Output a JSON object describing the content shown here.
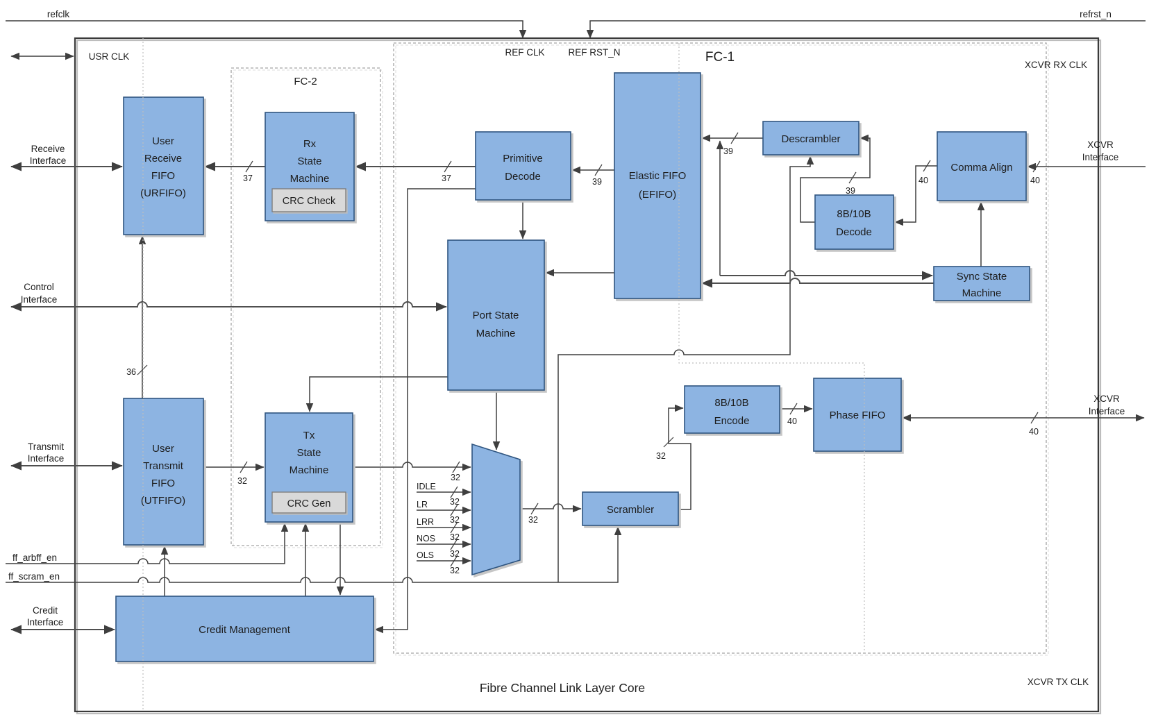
{
  "title": "Fibre Channel Link Layer Core",
  "signals": {
    "refclk": "refclk",
    "refrst_n": "refrst_n",
    "usr_clk": "USR CLK",
    "ref_clk": "REF CLK",
    "ref_rst_n": "REF RST_N",
    "xcvr_rx_clk": "XCVR RX CLK",
    "xcvr_tx_clk": "XCVR TX CLK",
    "ff_arbff_en": "ff_arbff_en",
    "ff_scram_en": "ff_scram_en"
  },
  "regions": {
    "fc1": "FC-1",
    "fc2": "FC-2"
  },
  "interfaces": {
    "receive": [
      "Receive",
      "Interface"
    ],
    "control": [
      "Control",
      "Interface"
    ],
    "transmit": [
      "Transmit",
      "Interface"
    ],
    "credit": [
      "Credit",
      "Interface"
    ],
    "xcvr": [
      "XCVR",
      "Interface"
    ]
  },
  "blocks": {
    "urfifo": [
      "User",
      "Receive",
      "FIFO",
      "(URFIFO)"
    ],
    "rx_sm": [
      "Rx",
      "State",
      "Machine"
    ],
    "crc_check": "CRC Check",
    "utfifo": [
      "User",
      "Transmit",
      "FIFO",
      "(UTFIFO)"
    ],
    "tx_sm": [
      "Tx",
      "State",
      "Machine"
    ],
    "crc_gen": "CRC Gen",
    "primitive_decode": [
      "Primitive",
      "Decode"
    ],
    "port_sm": [
      "Port State",
      "Machine"
    ],
    "efifo": [
      "Elastic FIFO",
      "(EFIFO)"
    ],
    "descrambler": "Descrambler",
    "decode_8b10b": [
      "8B/10B",
      "Decode"
    ],
    "comma_align": "Comma Align",
    "sync_sm": [
      "Sync State",
      "Machine"
    ],
    "encode_8b10b": [
      "8B/10B",
      "Encode"
    ],
    "phase_fifo": "Phase FIFO",
    "scrambler": "Scrambler",
    "credit_mgmt": "Credit Management"
  },
  "primitives": [
    "IDLE",
    "LR",
    "LRR",
    "NOS",
    "OLS"
  ],
  "bus_widths": {
    "w32": "32",
    "w36": "36",
    "w37": "37",
    "w39": "39",
    "w40": "40"
  },
  "colors": {
    "block_fill": "#8db4e2",
    "block_border": "#2f5580",
    "wire": "#3f3f3f",
    "region_dash": "#a3a3a3",
    "domain_dot": "#bfbfbf"
  }
}
